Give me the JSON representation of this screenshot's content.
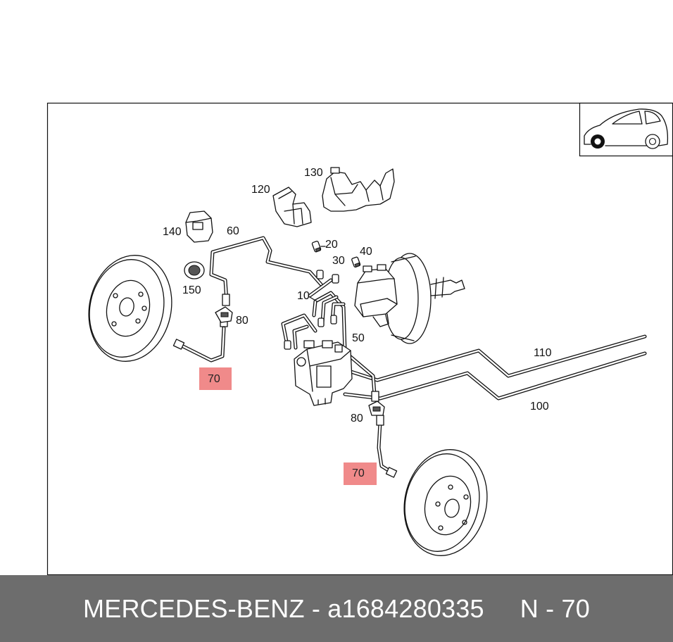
{
  "diagram": {
    "labels": {
      "p10": "10",
      "p20": "20",
      "p30": "30",
      "p40": "40",
      "p50": "50",
      "p60": "60",
      "p70a": "70",
      "p70b": "70",
      "p80a": "80",
      "p80b": "80",
      "p100": "100",
      "p110": "110",
      "p120": "120",
      "p130": "130",
      "p140": "140",
      "p150": "150"
    },
    "highlight_color": "#f08a8a"
  },
  "footer": {
    "text": "MERCEDES-BENZ - a1684280335     N - 70",
    "background": "#6d6d6d"
  }
}
